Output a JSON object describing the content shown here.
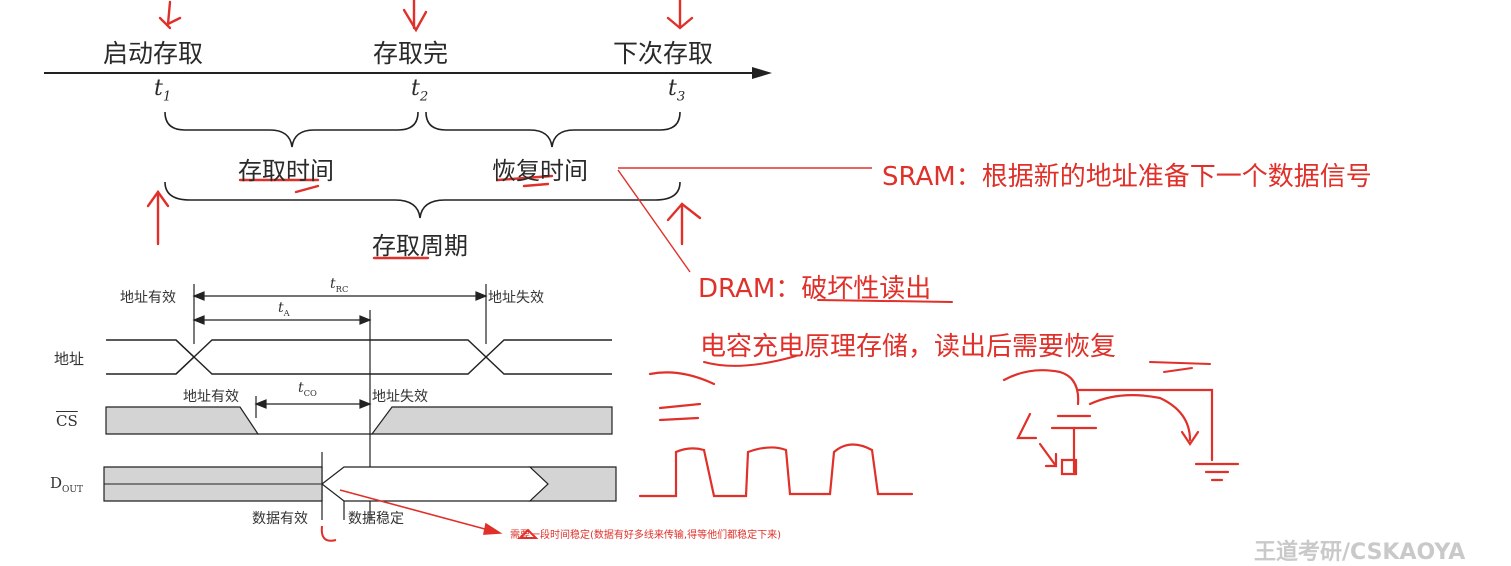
{
  "colors": {
    "annotation_red": "#e0302a",
    "ink": "#222222",
    "band_gray": "#d4d4d4"
  },
  "timeline": {
    "event_start": "启动存取",
    "event_done": "存取完",
    "event_next": "下次存取",
    "t1": "t",
    "t1_sub": "1",
    "t2": "t",
    "t2_sub": "2",
    "t3": "t",
    "t3_sub": "3",
    "access_time": "存取时间",
    "recovery_time": "恢复时间",
    "access_cycle": "存取周期"
  },
  "waveform": {
    "addr_valid_1": "地址有效",
    "addr_invalid_1": "地址失效",
    "t_rc": "t",
    "t_rc_sub": "RC",
    "t_a": "t",
    "t_a_sub": "A",
    "t_co": "t",
    "t_co_sub": "CO",
    "addr_valid_2": "地址有效",
    "addr_invalid_2": "地址失效",
    "signal_addr": "地址",
    "signal_cs": "CS",
    "signal_dout": "D",
    "signal_dout_sub": "OUT",
    "data_valid": "数据有效",
    "data_stable": "数据稳定"
  },
  "notes": {
    "sram": "SRAM：根据新的地址准备下一个数据信号",
    "dram_label": "DRAM：破坏性读出",
    "dram_detail": "电容充电原理存储，读出后需要恢复",
    "stabilize": "需要一段时间稳定(数据有好多线来传输,得等他们都稳定下来)",
    "watermark": "王道考研/CSKAOYA"
  }
}
